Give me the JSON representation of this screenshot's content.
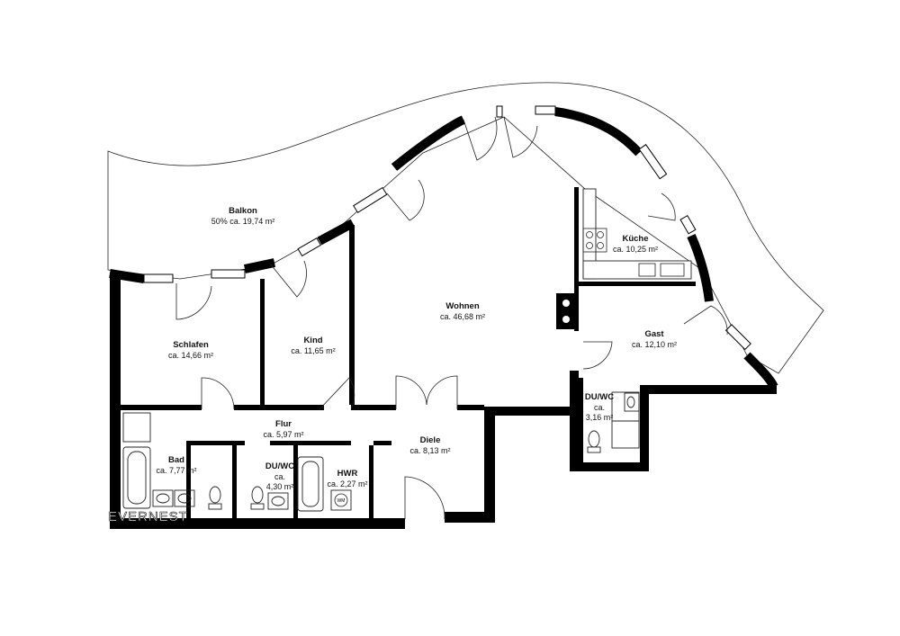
{
  "brand": {
    "name": "EVERNEST"
  },
  "rooms": [
    {
      "id": "balkon",
      "name": "Balkon",
      "area": "50% ca. 19,74 m²"
    },
    {
      "id": "schlafen",
      "name": "Schlafen",
      "area": "ca. 14,66 m²"
    },
    {
      "id": "kind",
      "name": "Kind",
      "area": "ca. 11,65 m²"
    },
    {
      "id": "wohnen",
      "name": "Wohnen",
      "area": "ca. 46,68 m²"
    },
    {
      "id": "kueche",
      "name": "Küche",
      "area": "ca. 10,25 m²"
    },
    {
      "id": "gast",
      "name": "Gast",
      "area": "ca. 12,10 m²"
    },
    {
      "id": "flur",
      "name": "Flur",
      "area": "ca. 5,97 m²"
    },
    {
      "id": "diele",
      "name": "Diele",
      "area": "ca. 8,13 m²"
    },
    {
      "id": "bad",
      "name": "Bad",
      "area": "ca. 7,77 m²"
    },
    {
      "id": "duwc1",
      "name": "DU/WC",
      "area_line1": "ca.",
      "area_line2": "4,30 m²"
    },
    {
      "id": "hwr",
      "name": "HWR",
      "area": "ca. 2,27 m²"
    },
    {
      "id": "duwc2",
      "name": "DU/WC",
      "area_line1": "ca.",
      "area_line2": "3,16 m²"
    }
  ],
  "fixtures": {
    "washing_machine": "WM"
  }
}
